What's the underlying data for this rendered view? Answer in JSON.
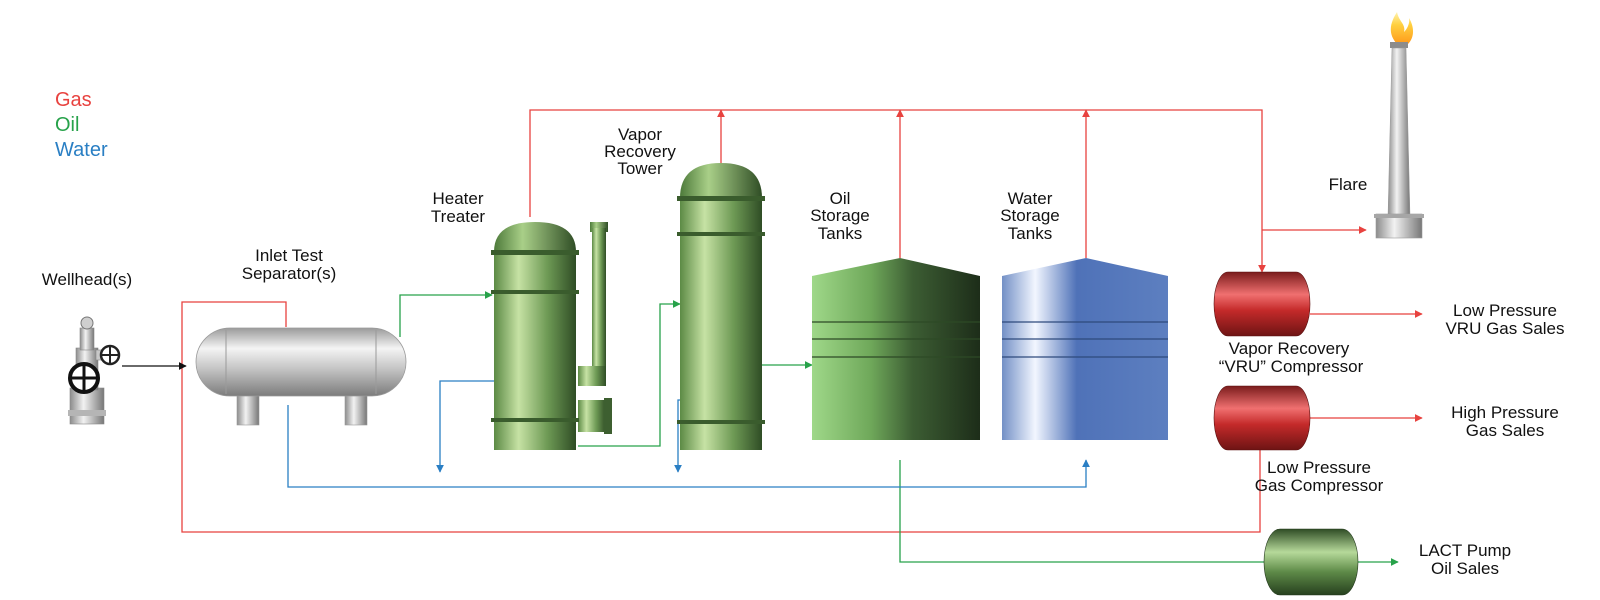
{
  "legend": {
    "gas": "Gas",
    "oil": "Oil",
    "water": "Water"
  },
  "colors": {
    "gas": "#e8423f",
    "oil": "#27a24a",
    "water": "#2a7fc4",
    "arrow": "#111111"
  },
  "labels": {
    "wellhead": "Wellhead(s)",
    "separator": [
      "Inlet Test",
      "Separator(s)"
    ],
    "heater_treater": [
      "Heater",
      "Treater"
    ],
    "vapor_recovery_tower": [
      "Vapor",
      "Recovery",
      "Tower"
    ],
    "oil_storage": [
      "Oil",
      "Storage",
      "Tanks"
    ],
    "water_storage": [
      "Water",
      "Storage",
      "Tanks"
    ],
    "flare": "Flare",
    "vru_compressor": [
      "Vapor Recovery",
      "“VRU” Compressor"
    ],
    "lp_gas_compressor": [
      "Low Pressure",
      "Gas Compressor"
    ],
    "lp_vru_gas_sales": [
      "Low Pressure",
      "VRU Gas Sales"
    ],
    "hp_gas_sales": [
      "High Pressure",
      "Gas Sales"
    ],
    "lact_oil_sales": [
      "LACT Pump",
      "Oil Sales"
    ]
  },
  "icons": {
    "wellhead": "wellhead-valve-icon",
    "flare": "flare-stack-flame-icon"
  }
}
